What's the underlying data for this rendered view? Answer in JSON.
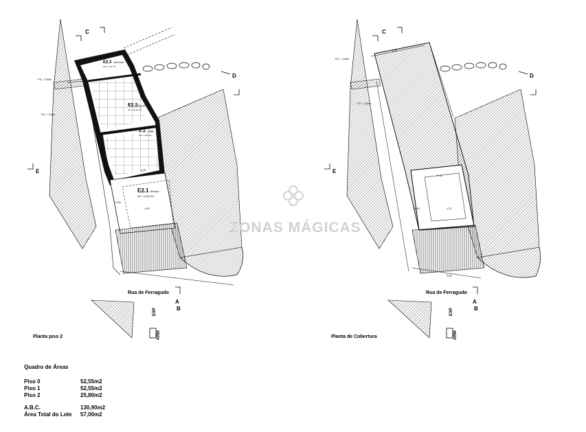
{
  "left_plan": {
    "title": "Planta piso 2",
    "street": "Rua de Ferragudo",
    "section_letters": [
      "C",
      "D",
      "E",
      "A",
      "B"
    ],
    "level_labels": [
      "P.D. = 2,65m",
      "P.D. = 2,60m"
    ],
    "rooms": [
      {
        "code": "E2.3",
        "name": "Arrumos",
        "area": "AU = 4,14 m2"
      },
      {
        "code": "E2.2",
        "name": "Quarto",
        "area": "AU = 10,15 m2"
      },
      {
        "code": "E2.1",
        "name": "Terraço",
        "area": "AU = 10,54 m2"
      },
      {
        "code": "2.1",
        "name": "Sala",
        "area": "AU = 2,95 m2"
      }
    ],
    "dimensions": [
      "1.90",
      "0.63",
      "3.14",
      "3.14"
    ],
    "marker_labels": [
      "ARM",
      "EXP"
    ]
  },
  "right_plan": {
    "title": "Planta de Cobertura",
    "street": "Rua de Ferragudo",
    "section_letters": [
      "C",
      "D",
      "E",
      "A",
      "B"
    ],
    "level_labels": [
      "P.D. = 2,65m",
      "P.D. = 2,60m"
    ],
    "dimensions": [
      "3.72",
      "3.16",
      "0.63",
      "1.07",
      "2.91",
      "1.3",
      "0.3"
    ],
    "marker_labels": [
      "ARM",
      "EXP"
    ]
  },
  "areas_table": {
    "title": "Quadro de Áreas",
    "rows": [
      {
        "label": "Piso 0",
        "value": "52,55m2"
      },
      {
        "label": "Piso 1",
        "value": "52,55m2"
      },
      {
        "label": "Piso 2",
        "value": "25,80m2"
      }
    ],
    "totals": [
      {
        "label": "A.B.C.",
        "value": "130,90m2"
      },
      {
        "label": "Área Total do Lote",
        "value": "57,00m2"
      }
    ]
  },
  "watermark": {
    "text": "ZONAS MÁGICAS"
  }
}
